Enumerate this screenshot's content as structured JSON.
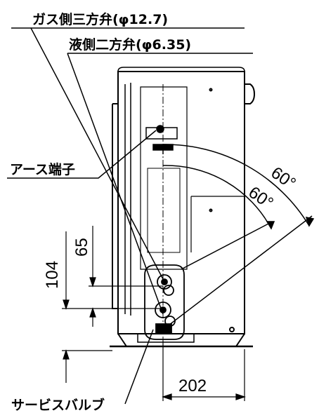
{
  "labels": {
    "gas_valve": "ガス側三方弁(φ12.7)",
    "liquid_valve": "液側二方弁(φ6.35)",
    "earth_terminal": "アース端子",
    "service_valve": "サービスバルブ"
  },
  "dimensions": {
    "height_104": "104",
    "height_65": "65",
    "width_202": "202",
    "angle_outer": "60°",
    "angle_inner": "60°"
  }
}
